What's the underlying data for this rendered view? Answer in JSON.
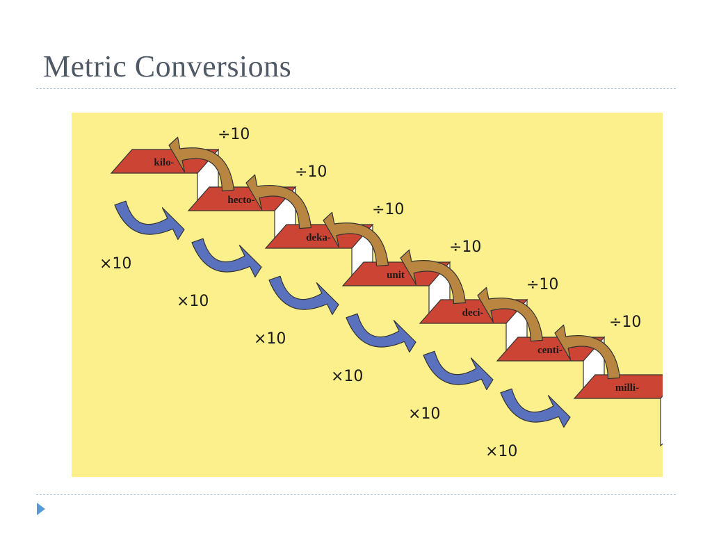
{
  "slide": {
    "title": "Metric Conversions"
  },
  "diagram": {
    "steps": [
      {
        "label": "kilo-"
      },
      {
        "label": "hecto-"
      },
      {
        "label": "deka-"
      },
      {
        "label": "unit"
      },
      {
        "label": "deci-"
      },
      {
        "label": "centi-"
      },
      {
        "label": "milli-"
      }
    ],
    "divide_label": "÷10",
    "multiply_label": "×10",
    "colors": {
      "background": "#fcf08c",
      "step_top": "#cc4433",
      "step_riser": "#ffffff",
      "multiply_arrow": "#5a72bd",
      "divide_arrow": "#b88640"
    }
  },
  "nav": {
    "next_icon": "triangle-right-icon",
    "accent_color": "#5b9bd5"
  }
}
